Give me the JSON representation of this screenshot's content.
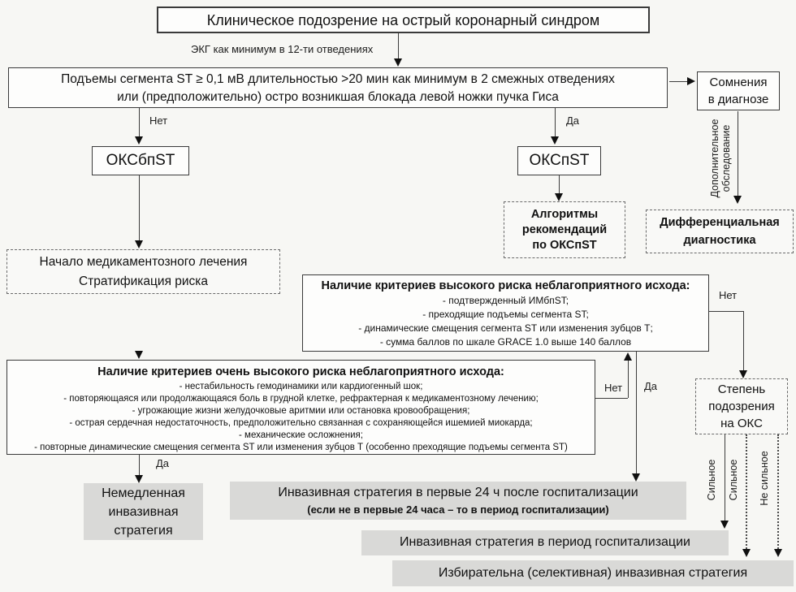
{
  "nodes": {
    "suspicion": {
      "text": "Клиническое подозрение на острый коронарный синдром"
    },
    "st_elevation": {
      "line1": "Подъемы сегмента ST ≥ 0,1 мВ длительностью >20 мин как минимум в 2 смежных отведениях",
      "line2": "или (предположительно) остро возникшая блокада левой ножки пучка Гиса"
    },
    "doubt": {
      "line1": "Сомнения",
      "line2": "в диагнозе"
    },
    "oksbpst": {
      "text": "ОКСбпST"
    },
    "okspst": {
      "text": "ОКСпST"
    },
    "algorithms": {
      "line1": "Алгоритмы",
      "line2": "рекомендаций",
      "line3": "по ОКСпST"
    },
    "diff_diagnosis": {
      "line1": "Дифференциальная",
      "line2": "диагностика"
    },
    "initial_treatment": {
      "line1": "Начало медикаментозного лечения",
      "line2": "Стратификация риска"
    },
    "high_risk": {
      "title": "Наличие критериев высокого риска неблагоприятного исхода:",
      "items": [
        "- подтвержденный ИМбпST;",
        "- преходящие подъемы сегмента ST;",
        "- динамические смещения сегмента ST или изменения зубцов Т;",
        "- сумма баллов по шкале GRACE 1.0 выше 140 баллов"
      ]
    },
    "very_high_risk": {
      "title": "Наличие критериев очень высокого риска неблагоприятного исхода:",
      "items": [
        "- нестабильность гемодинамики или кардиогенный шок;",
        "- повторяющаяся или продолжающаяся боль в грудной клетке, рефрактерная к медикаментозному лечению;",
        "- угрожающие жизни желудочковые аритмии или остановка кровообращения;",
        "- острая сердечная недостаточность, предположительно связанная с сохраняющейся ишемией миокарда;",
        "- механические осложнения;",
        "- повторные динамические смещения сегмента ST или изменения зубцов Т (особенно преходящие подъемы сегмента ST)"
      ]
    },
    "suspicion_degree": {
      "line1": "Степень",
      "line2": "подозрения",
      "line3": "на ОКС"
    },
    "immediate_strategy": {
      "line1": "Немедленная",
      "line2": "инвазивная",
      "line3": "стратегия"
    },
    "invasive_24h": {
      "line1": "Инвазивная стратегия в первые 24 ч после госпитализации",
      "line2": "(если не в первые 24 часа – то в период госпитализации)"
    },
    "invasive_hospital": {
      "text": "Инвазивная стратегия в период госпитализации"
    },
    "selective_strategy": {
      "text": "Избирательна (селективная) инвазивная стратегия"
    }
  },
  "edge_labels": {
    "ecg": "ЭКГ как минимум в 12-ти отведениях",
    "no": "Нет",
    "yes": "Да",
    "additional_exam_line1": "Дополнительное",
    "additional_exam_line2": "обследование",
    "strong": "Сильное",
    "not_strong": "Не сильное"
  },
  "colors": {
    "background": "#f7f7f4",
    "box_border": "#3a3a3a",
    "gray_fill": "#d9d9d7",
    "text": "#111111"
  }
}
